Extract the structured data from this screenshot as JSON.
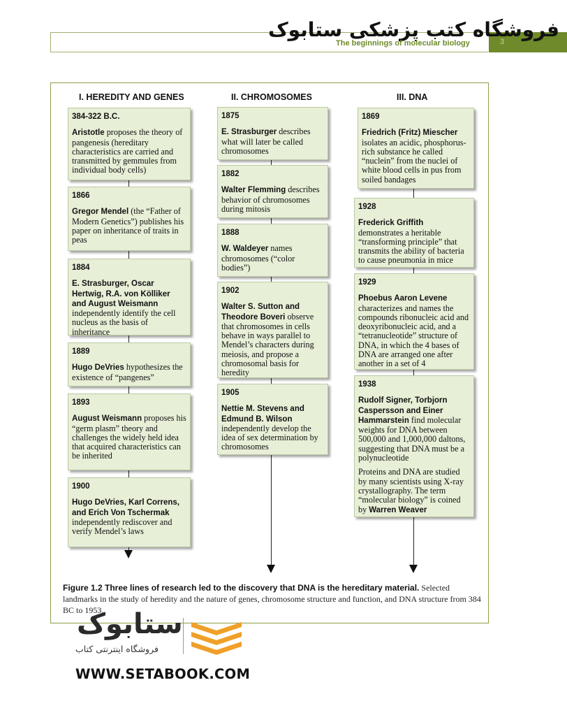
{
  "header": {
    "store_name_fa": "فروشگاه کتب پزشکی ستابوک",
    "chapter_title": "The beginnings of molecular biology",
    "page_number": "3"
  },
  "figure": {
    "columns": [
      {
        "heading": "I. HEREDITY AND GENES",
        "entries": [
          {
            "year": "384-322 B.C.",
            "name": "Aristotle",
            "text": " proposes the theory of pangenesis (hereditary characteristics are carried and transmitted by gemmules from individual body cells)"
          },
          {
            "year": "1866",
            "name": "Gregor Mendel",
            "text": " (the “Father of Modern Genetics”) publishes his paper on inheritance of traits in peas"
          },
          {
            "year": "1884",
            "name": "E. Strasburger, Oscar Hertwig, R.A. von Kölliker and August Weismann",
            "text": " independently identify the cell nucleus as the basis of inheritance"
          },
          {
            "year": "1889",
            "name": "Hugo DeVries",
            "text": " hypothesizes the existence of “pangenes”"
          },
          {
            "year": "1893",
            "name": "August Weismann",
            "text": " proposes his “germ plasm” theory and challenges the widely held idea that acquired characteristics can be inherited"
          },
          {
            "year": "1900",
            "name": "Hugo DeVries, Karl Correns, and Erich Von Tschermak",
            "text": " independently rediscover and verify Mendel’s laws"
          }
        ]
      },
      {
        "heading": "II. CHROMOSOMES",
        "entries": [
          {
            "year": "1875",
            "name": "E. Strasburger",
            "text": " describes what will later be called chromosomes"
          },
          {
            "year": "1882",
            "name": "Walter Flemming",
            "text": " describes behavior of chromosomes during mitosis"
          },
          {
            "year": "1888",
            "name": "W. Waldeyer",
            "text": " names chromosomes (“color bodies”)"
          },
          {
            "year": "1902",
            "name": "Walter S. Sutton and Theodore Boveri",
            "text": " observe that chromosomes in cells behave in ways parallel to Mendel’s characters during meiosis, and propose a chromosomal basis for heredity"
          },
          {
            "year": "1905",
            "name": "Nettie M. Stevens and Edmund B. Wilson",
            "text": " independently develop the idea of sex determination by chromosomes"
          }
        ]
      },
      {
        "heading": "III. DNA",
        "entries": [
          {
            "year": "1869",
            "name": "Friedrich (Fritz) Miescher",
            "text": " isolates an acidic, phosphorus-rich substance he called “nuclein” from the nuclei of white blood cells in pus from soiled bandages"
          },
          {
            "year": "1928",
            "name": "Frederick Griffith",
            "text": " demonstrates a heritable “transforming principle” that transmits the ability of bacteria to cause pneumonia in mice"
          },
          {
            "year": "1929",
            "name": "Phoebus Aaron Levene",
            "text": " characterizes and names the compounds ribonucleic acid and deoxyribonucleic acid, and a “tetranucleotide” structure of DNA, in which the 4 bases of DNA are arranged one after another in a set of 4"
          },
          {
            "year": "1938",
            "name": "Rudolf Signer, Torbjorn Caspersson and Einer Hammarstein",
            "text": " find molecular weights for DNA between 500,000 and 1,000,000 daltons, suggesting that DNA must be a polynucleotide",
            "extra": "Proteins and DNA are studied by many scientists using X-ray crystallography. The term “molecular biology” is coined by ",
            "extra_name": "Warren Weaver"
          }
        ]
      }
    ],
    "caption_label": "Figure 1.2 Three lines of research led to the discovery that DNA is the hereditary material.",
    "caption_text": " Selected landmarks in the study of heredity and the nature of genes, chromosome structure and function, and DNA structure from 384 BC to 1953."
  },
  "watermark": {
    "logo_text_fa": "ستابوک",
    "logo_sub_fa": "فروشگاه اینترنتی کتاب",
    "website": "WWW.SETABOOK.COM",
    "accent_color": "#f0a028"
  }
}
